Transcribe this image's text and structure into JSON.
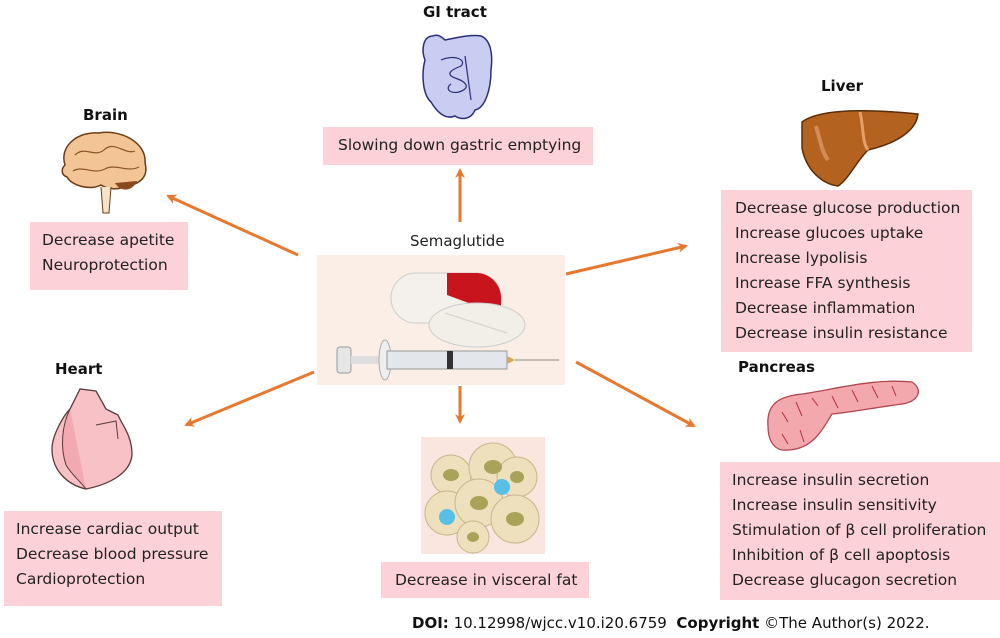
{
  "center": {
    "label": "Semaglutide",
    "icons": [
      "capsule-icon",
      "tablet-icon",
      "syringe-icon"
    ]
  },
  "organs": {
    "gi": {
      "title": "GI tract",
      "effects": [
        "Slowing down gastric emptying"
      ]
    },
    "brain": {
      "title": "Brain",
      "effects": [
        "Decrease apetite",
        "Neuroprotection"
      ]
    },
    "liver": {
      "title": "Liver",
      "effects": [
        "Decrease glucose production",
        "Increase glucoes uptake",
        "Increase lypolisis",
        "Increase FFA synthesis",
        "Decrease inflammation",
        "Decrease insulin resistance"
      ]
    },
    "heart": {
      "title": "Heart",
      "effects": [
        "Increase cardiac output",
        "Decrease blood pressure",
        "Cardioprotection"
      ]
    },
    "pancreas": {
      "title": "Pancreas",
      "effects": [
        "Increase insulin secretion",
        "Increase insulin sensitivity",
        "Stimulation of β cell proliferation",
        "Inhibition of β cell apoptosis",
        "Decrease glucagon secretion"
      ]
    },
    "fat": {
      "title": "",
      "effects": [
        "Decrease in visceral fat"
      ]
    }
  },
  "footer": {
    "doi_label": "DOI:",
    "doi_value": "10.12998/wjcc.v10.i20.6759",
    "copyright_label": "Copyright",
    "copyright_value": "©The Author(s) 2022."
  },
  "colors": {
    "arrow": "#e8782f",
    "box": "#fdd1d8"
  }
}
